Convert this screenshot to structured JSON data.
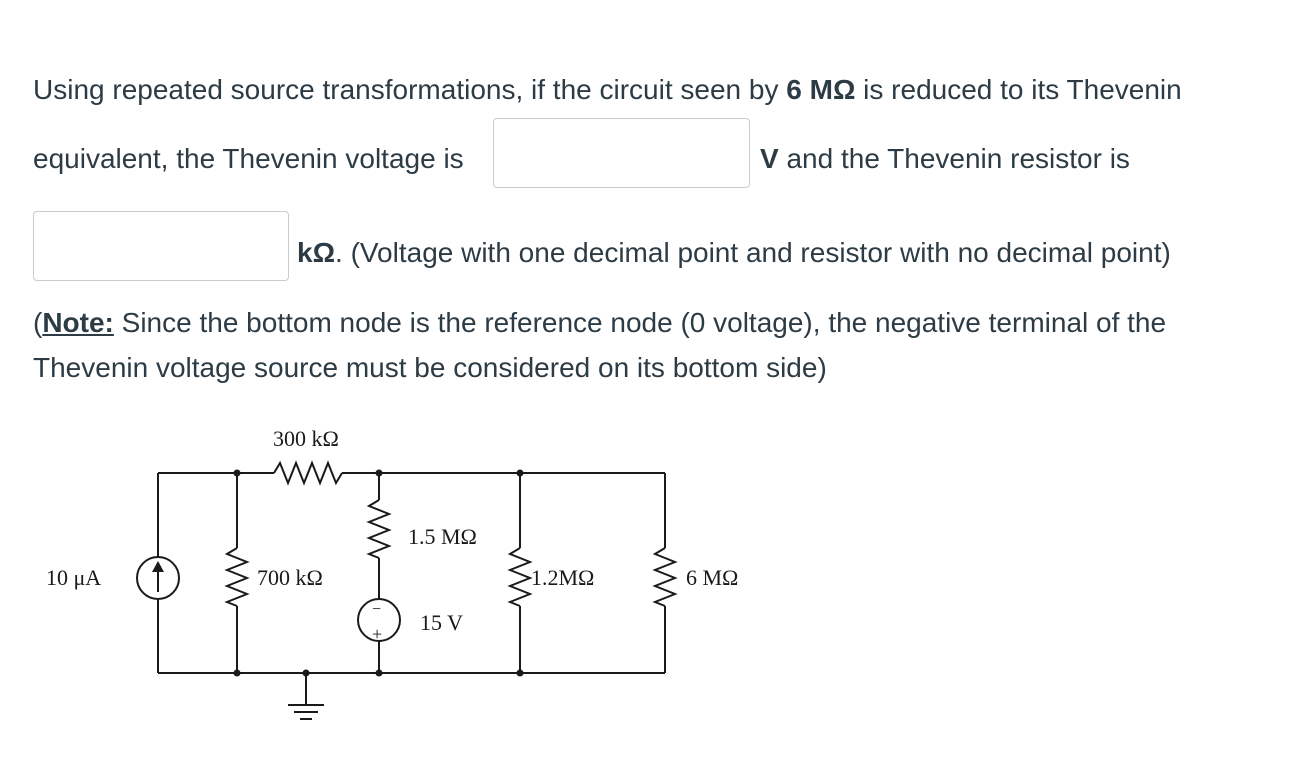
{
  "question": {
    "line1_pre": "Using repeated source transformations, if the circuit seen by ",
    "line1_bold": "6 MΩ",
    "line1_post": " is reduced to its Thevenin",
    "line2_pre": "equivalent, the Thevenin voltage is",
    "line2_unit_bold": "V",
    "line2_post": " and the Thevenin resistor is",
    "line3_unit": "kΩ",
    "line3_post": ". (Voltage with one decimal point and resistor with no decimal point)",
    "note_open": "(",
    "note_keyword": "Note:",
    "note_line1_rest": " Since the bottom node is the reference node (0 voltage), the negative terminal of the",
    "note_line2": "Thevenin voltage source must be considered on its bottom side)"
  },
  "answers": {
    "voltage_value": "",
    "resistor_value": ""
  },
  "circuit": {
    "current_source": "10 μA",
    "r_series_top": "300 kΩ",
    "r_shunt_left": "700 kΩ",
    "r_branch": "1.5 MΩ",
    "voltage_source": "15 V",
    "vs_plus": "+",
    "vs_minus": "−",
    "r_shunt_mid": "1.2MΩ",
    "r_load": "6 MΩ"
  }
}
